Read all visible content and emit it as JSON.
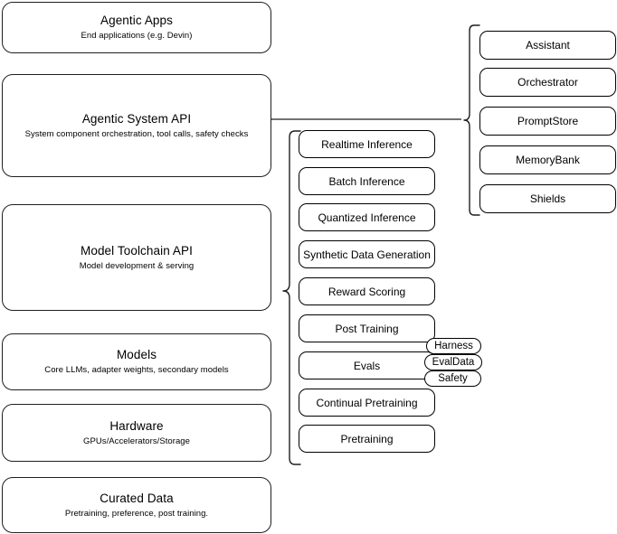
{
  "diagram": {
    "title": "Agentic stack layer diagram",
    "stroke_color": "#1f1f1f",
    "background_color": "#ffffff",
    "layers": [
      {
        "name": "agentic-apps",
        "title": "Agentic Apps",
        "subtitle": "End applications (e.g. Devin)"
      },
      {
        "name": "agentic-system-api",
        "title": "Agentic System API",
        "subtitle": "System component orchestration, tool calls, safety checks"
      },
      {
        "name": "model-toolchain-api",
        "title": "Model Toolchain API",
        "subtitle": "Model development & serving"
      },
      {
        "name": "models",
        "title": "Models",
        "subtitle": "Core LLMs, adapter weights, secondary models"
      },
      {
        "name": "hardware",
        "title": "Hardware",
        "subtitle": "GPUs/Accelerators/Storage"
      },
      {
        "name": "curated-data",
        "title": "Curated Data",
        "subtitle": "Pretraining, preference, post training."
      }
    ],
    "toolchain_capabilities": [
      {
        "name": "realtime-inference",
        "label": "Realtime Inference"
      },
      {
        "name": "batch-inference",
        "label": "Batch Inference"
      },
      {
        "name": "quantized-inference",
        "label": "Quantized Inference"
      },
      {
        "name": "synthetic-data-generation",
        "label": "Synthetic Data Generation"
      },
      {
        "name": "reward-scoring",
        "label": "Reward Scoring"
      },
      {
        "name": "post-training",
        "label": "Post Training"
      },
      {
        "name": "evals",
        "label": "Evals"
      },
      {
        "name": "continual-pretraining",
        "label": "Continual Pretraining"
      },
      {
        "name": "pretraining",
        "label": "Pretraining"
      }
    ],
    "evals_subcomponents": [
      {
        "name": "harness",
        "label": "Harness"
      },
      {
        "name": "evaldata",
        "label": "EvalData"
      },
      {
        "name": "safety",
        "label": "Safety"
      }
    ],
    "system_components": [
      {
        "name": "assistant",
        "label": "Assistant"
      },
      {
        "name": "orchestrator",
        "label": "Orchestrator"
      },
      {
        "name": "promptstore",
        "label": "PromptStore"
      },
      {
        "name": "memorybank",
        "label": "MemoryBank"
      },
      {
        "name": "shields",
        "label": "Shields"
      }
    ]
  }
}
